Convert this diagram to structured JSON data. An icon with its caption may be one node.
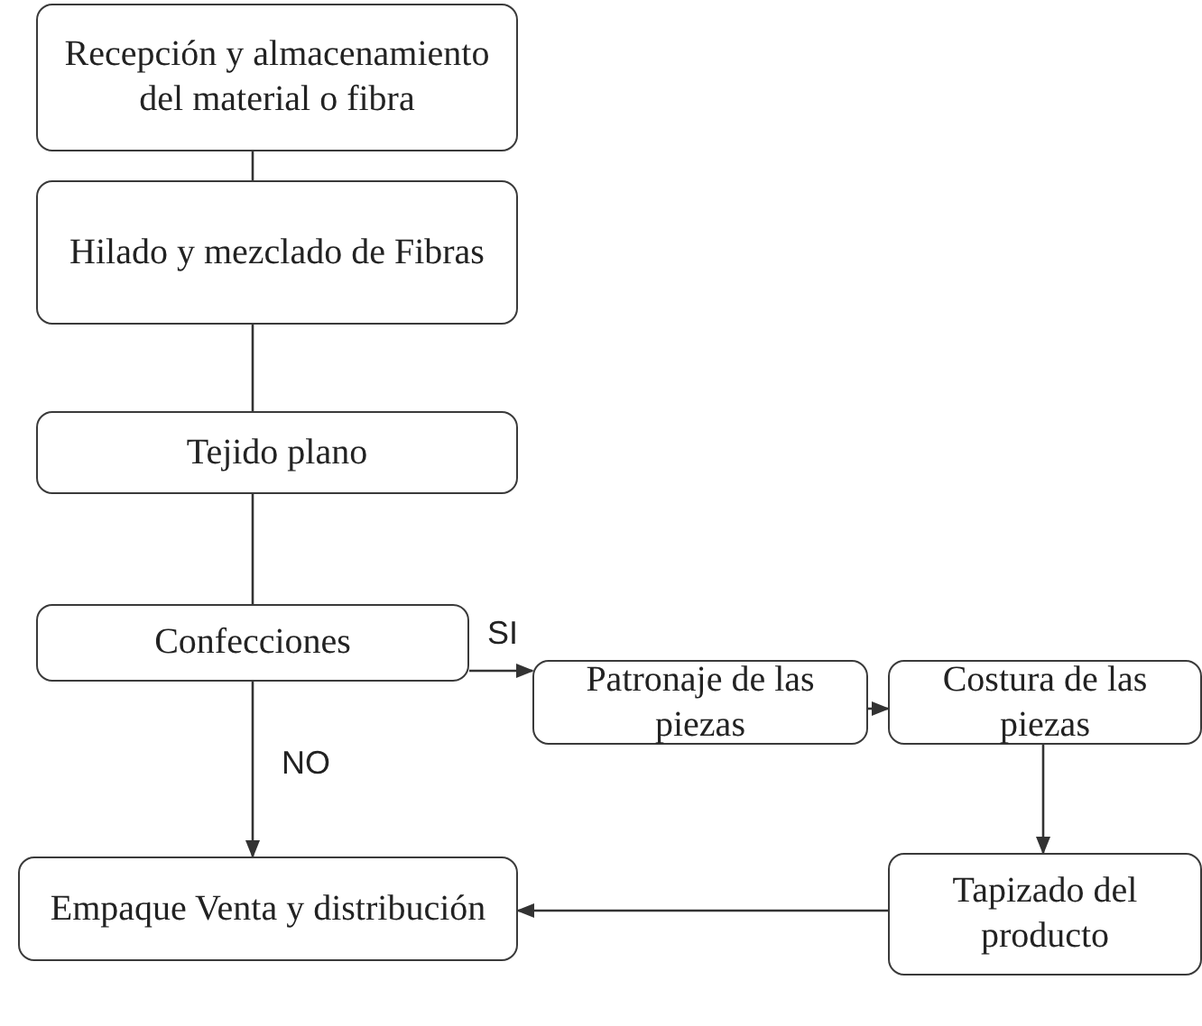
{
  "diagram": {
    "nodes": [
      {
        "text": [
          "Recepción y almacenamiento del material o fibra"
        ]
      },
      {
        "text": [
          "Hilado y mezclado de Fibras"
        ]
      },
      {
        "text": [
          "Tejido plano"
        ]
      },
      {
        "text": [
          "Confecciones"
        ]
      },
      {
        "text": [
          "Patronaje de las piezas"
        ]
      },
      {
        "text": [
          "Costura de las piezas"
        ]
      },
      {
        "text": [
          "Empaque Venta y distribución"
        ]
      },
      {
        "text": [
          "Tapizado del producto"
        ]
      }
    ],
    "edges": [
      {
        "from": 0,
        "to": 1,
        "arrow": "none"
      },
      {
        "from": 1,
        "to": 2,
        "arrow": "none"
      },
      {
        "from": 2,
        "to": 3,
        "arrow": "none"
      },
      {
        "from": 3,
        "to": 4,
        "arrow": "to",
        "label": "SI"
      },
      {
        "from": 4,
        "to": 5,
        "arrow": "to"
      },
      {
        "from": 5,
        "to": 7,
        "arrow": "to"
      },
      {
        "from": 3,
        "to": 6,
        "arrow": "to",
        "label": "NO"
      },
      {
        "from": 7,
        "to": 6,
        "arrow": "to"
      }
    ]
  }
}
